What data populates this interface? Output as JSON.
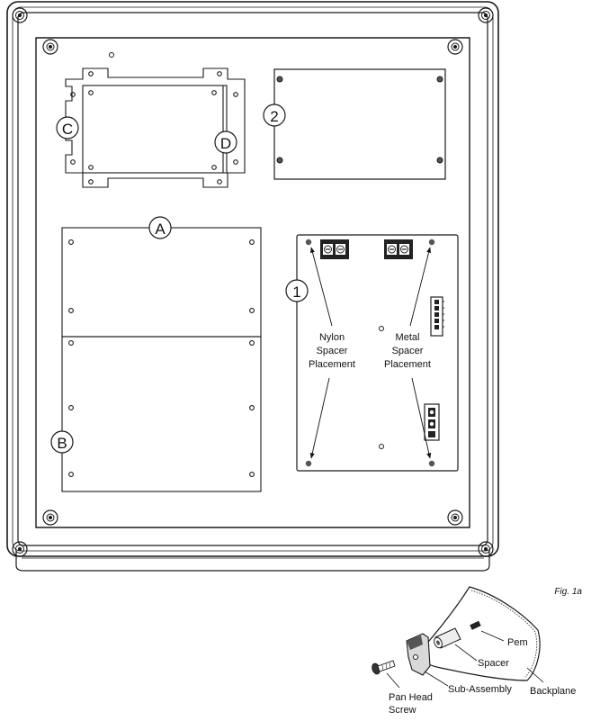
{
  "callouts": {
    "c1": "1",
    "c2": "2",
    "cA": "A",
    "cB": "B",
    "cC": "C",
    "cD": "D"
  },
  "board_labels": {
    "nylon": [
      "Nylon",
      "Spacer",
      "Placement"
    ],
    "metal": [
      "Metal",
      "Spacer",
      "Placement"
    ]
  },
  "figure": {
    "caption": "Fig. 1a",
    "parts": {
      "pem": "Pem",
      "spacer": "Spacer",
      "backplane": "Backplane",
      "sub_assembly": "Sub-Assembly",
      "pan_head_screw": [
        "Pan Head",
        "Screw"
      ]
    }
  },
  "colors": {
    "line": "#1a1a1a",
    "paper": "#ffffff",
    "hardware": "#555555"
  }
}
